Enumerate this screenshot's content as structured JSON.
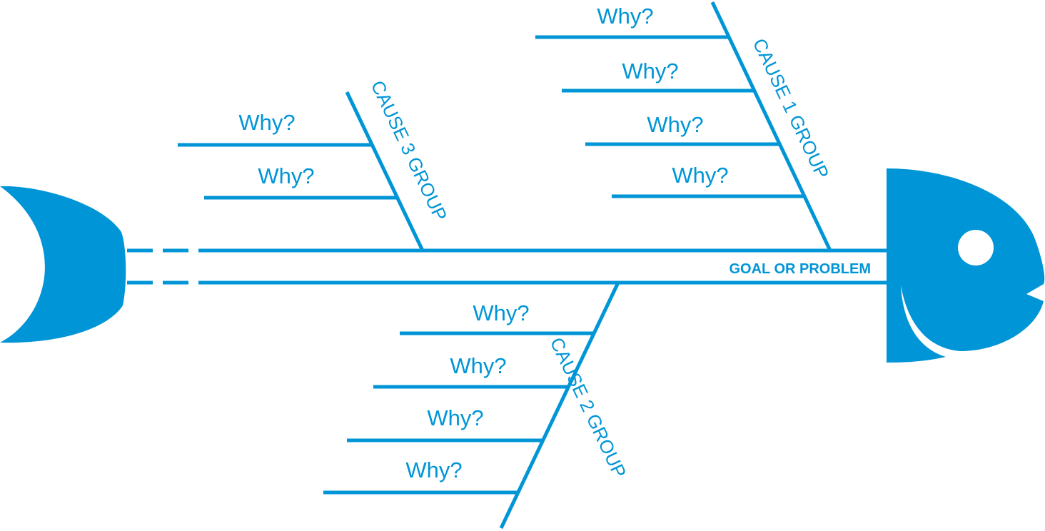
{
  "diagram": {
    "colors": {
      "accent": "#0095d6",
      "background": "#ffffff"
    },
    "goal_label": "GOAL OR PROBLEM",
    "causes": [
      {
        "label": "CAUSE 1 GROUP",
        "whys": [
          "Why?",
          "Why?",
          "Why?",
          "Why?"
        ]
      },
      {
        "label": "CAUSE 2 GROUP",
        "whys": [
          "Why?",
          "Why?",
          "Why?",
          "Why?"
        ]
      },
      {
        "label": "CAUSE 3 GROUP",
        "whys": [
          "Why?",
          "Why?"
        ]
      }
    ]
  }
}
